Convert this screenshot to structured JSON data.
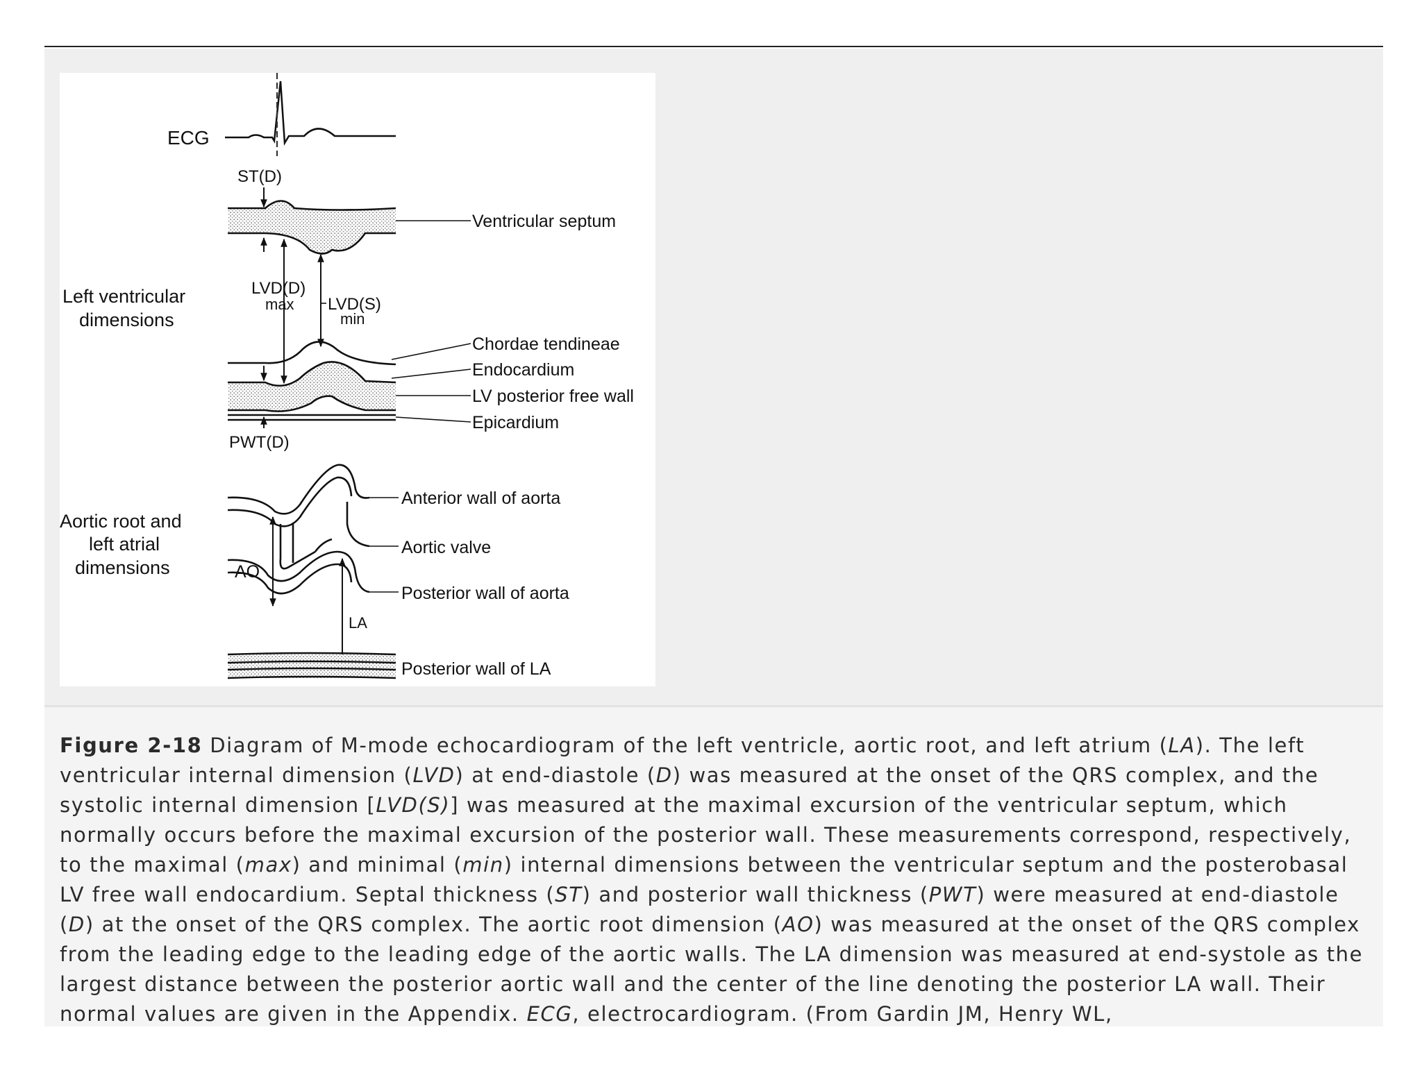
{
  "figure": {
    "labels": {
      "ecg": "ECG",
      "st_d": "ST(D)",
      "ventricular_septum": "Ventricular septum",
      "lv_dimensions_line1": "Left ventricular",
      "lv_dimensions_line2": "dimensions",
      "lvd_d": "LVD(D)",
      "lvd_d_sub": "max",
      "lvd_s": "LVD(S)",
      "lvd_s_sub": "min",
      "chordae": "Chordae tendineae",
      "endocardium": "Endocardium",
      "lv_posterior": "LV posterior free wall",
      "epicardium": "Epicardium",
      "pwt_d": "PWT(D)",
      "aortic_line1": "Aortic root and",
      "aortic_line2": "left atrial",
      "aortic_line3": "dimensions",
      "anterior_aorta": "Anterior wall of aorta",
      "aortic_valve": "Aortic valve",
      "posterior_aorta": "Posterior wall of aorta",
      "ao": "AO",
      "la": "LA",
      "posterior_la": "Posterior wall of LA"
    }
  },
  "caption": {
    "label": "Figure 2-18",
    "parts": [
      " Diagram of M-mode echocardiogram of the left ventricle, aortic root, and left atrium (",
      "LA",
      "). The left ventricular internal dimension (",
      "LVD",
      ") at end-diastole (",
      "D",
      ") was measured at the onset of the QRS complex, and the systolic internal dimension [",
      "LVD(S)",
      "] was measured at the maximal excursion of the ventricular septum, which normally occurs before the maximal excursion of the posterior wall. These measurements correspond, respectively, to the maximal (",
      "max",
      ") and minimal (",
      "min",
      ") internal dimensions between the ventricular septum and the posterobasal LV free wall endocardium. Septal thickness (",
      "ST",
      ") and posterior wall thickness (",
      "PWT",
      ") were measured at end-diastole (",
      "D",
      ") at the onset of the QRS complex. The aortic root dimension (",
      "AO",
      ") was measured at the onset of the QRS complex from the leading edge to the leading edge of the aortic walls. The LA dimension was measured at end-systole as the largest distance between the posterior aortic wall and the center of the line denoting the posterior LA wall. Their normal values are given in the Appendix. ",
      "ECG",
      ", electrocardiogram. (From Gardin JM, Henry WL,"
    ]
  }
}
